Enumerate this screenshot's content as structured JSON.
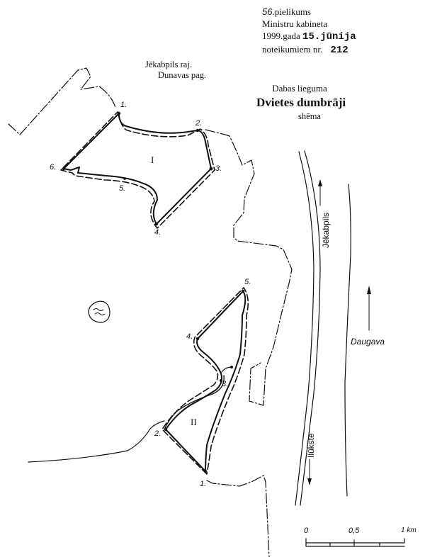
{
  "header": {
    "annex_number": "56",
    "annex_label": ".pielikums",
    "line2": "Ministru kabineta",
    "line3_prefix": "1999.gada",
    "line3_date": "15.jūnija",
    "line4_prefix": "noteikumiem nr.",
    "line4_number": "212"
  },
  "region": {
    "district": "Jēkabpils raj.",
    "parish": "Dunavas pag."
  },
  "title": {
    "line1": "Dabas lieguma",
    "line2": "Dvietes dumbrāji",
    "line3": "shēma"
  },
  "map": {
    "zones": [
      {
        "label": "I",
        "points": [
          "1.",
          "2.",
          "3.",
          "4.",
          "5.",
          "6."
        ]
      },
      {
        "label": "II",
        "points": [
          "1.",
          "2.",
          "3.",
          "4.",
          "5."
        ]
      }
    ],
    "road_label": "Jēkabpils",
    "road_label_south": "Ilūkste",
    "river_label": "Daugava",
    "lake_icon": "lake-icon"
  },
  "scale_bar": {
    "ticks": [
      "0",
      "0,5",
      "1 km"
    ]
  }
}
